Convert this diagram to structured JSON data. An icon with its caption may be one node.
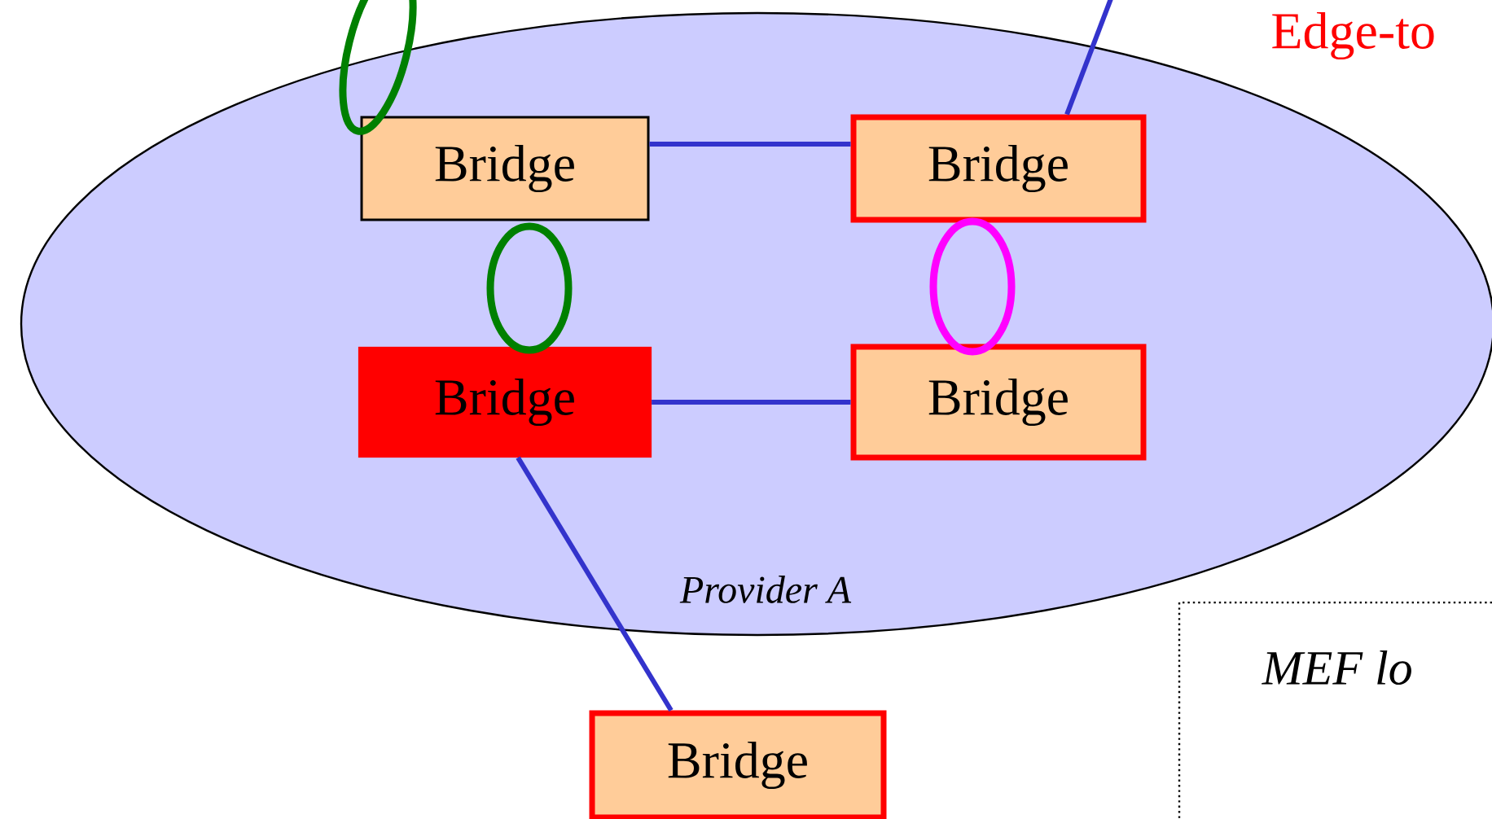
{
  "diagram": {
    "nodes": [
      {
        "text": [
          "Provider A"
        ]
      },
      {
        "text": [
          "Bridge"
        ],
        "in": 0
      },
      {
        "text": [
          "Bridge"
        ],
        "in": 0
      },
      {
        "text": [
          "Bridge"
        ],
        "in": 0
      },
      {
        "text": [
          "Bridge"
        ],
        "in": 0
      },
      {
        "text": [
          "Bridge"
        ]
      },
      {
        "text": [
          "MEF lo"
        ]
      }
    ],
    "edges": [
      {
        "from": 1,
        "to": 2,
        "arrow": "none"
      },
      {
        "from": 3,
        "to": 4,
        "arrow": "none"
      },
      {
        "from": 3,
        "to": 5,
        "arrow": "none"
      },
      {
        "from": 2,
        "to": null,
        "arrow": "none"
      }
    ],
    "labels": [
      "Edge-to"
    ]
  }
}
